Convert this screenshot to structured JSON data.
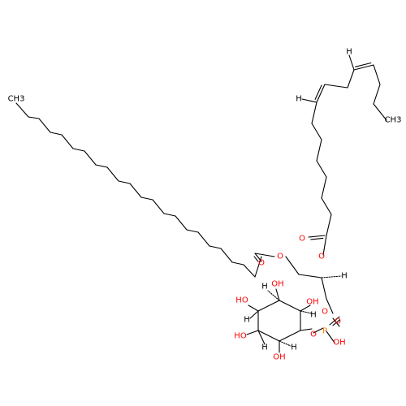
{
  "colors": {
    "bond": "#000000",
    "carbon": "#000000",
    "hydrogen": "#000000",
    "oxygen": "#ff0000",
    "phosphorus": "#ff8000"
  },
  "molecule": {
    "atom_labels": {
      "ch3_top": "CH3",
      "ch3_right": "CH3",
      "h": "H",
      "o": "O",
      "oh": "OH",
      "ho": "HO",
      "p": "P"
    }
  }
}
